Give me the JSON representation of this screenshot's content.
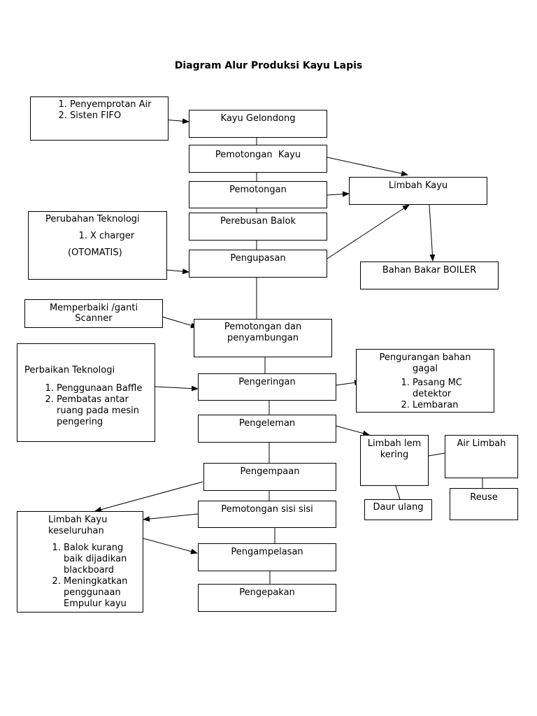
{
  "title": "Diagram Alur Produksi Kayu Lapis",
  "colors": {
    "line": "#000000",
    "background": "#ffffff"
  },
  "process": [
    "Kayu Gelondong",
    "Pemotongan  Kayu",
    "Pemotongan",
    "Perebusan Balok",
    "Pengupasan",
    "Pemotongan dan penyambungan",
    "Pengeringan",
    "Pengeleman",
    "Pengempaan",
    "Pemotongan sisi sisi",
    "Pengampelasan",
    "Pengepakan"
  ],
  "improvements": {
    "fifo": {
      "items": [
        "Penyemprotan Air",
        "Sisten FIFO"
      ]
    },
    "teknologi": {
      "title": "Perubahan Teknologi",
      "items": [
        "X charger"
      ],
      "note": "(OTOMATIS)"
    },
    "scanner": {
      "text": "Memperbaiki /ganti Scanner"
    },
    "perbaikan": {
      "title": "Perbaikan Teknologi",
      "items": [
        "Penggunaan Baffle",
        "Pembatas antar ruang pada mesin pengering"
      ]
    },
    "pengurangan": {
      "title": "Pengurangan bahan gagal",
      "items": [
        "Pasang MC detektor",
        "Lembaran"
      ]
    },
    "limbah_keseluruhan": {
      "title": "Limbah Kayu keseluruhan",
      "items": [
        "Balok kurang baik dijadikan blackboard",
        "Meningkatkan penggunaan Empulur kayu"
      ]
    }
  },
  "waste": {
    "limbah_kayu": "Limbah Kayu",
    "bahan_bakar": "Bahan Bakar BOILER",
    "limbah_lem": "Limbah lem kering",
    "air_limbah": "Air Limbah",
    "daur": "Daur ulang",
    "reuse": "Reuse"
  }
}
